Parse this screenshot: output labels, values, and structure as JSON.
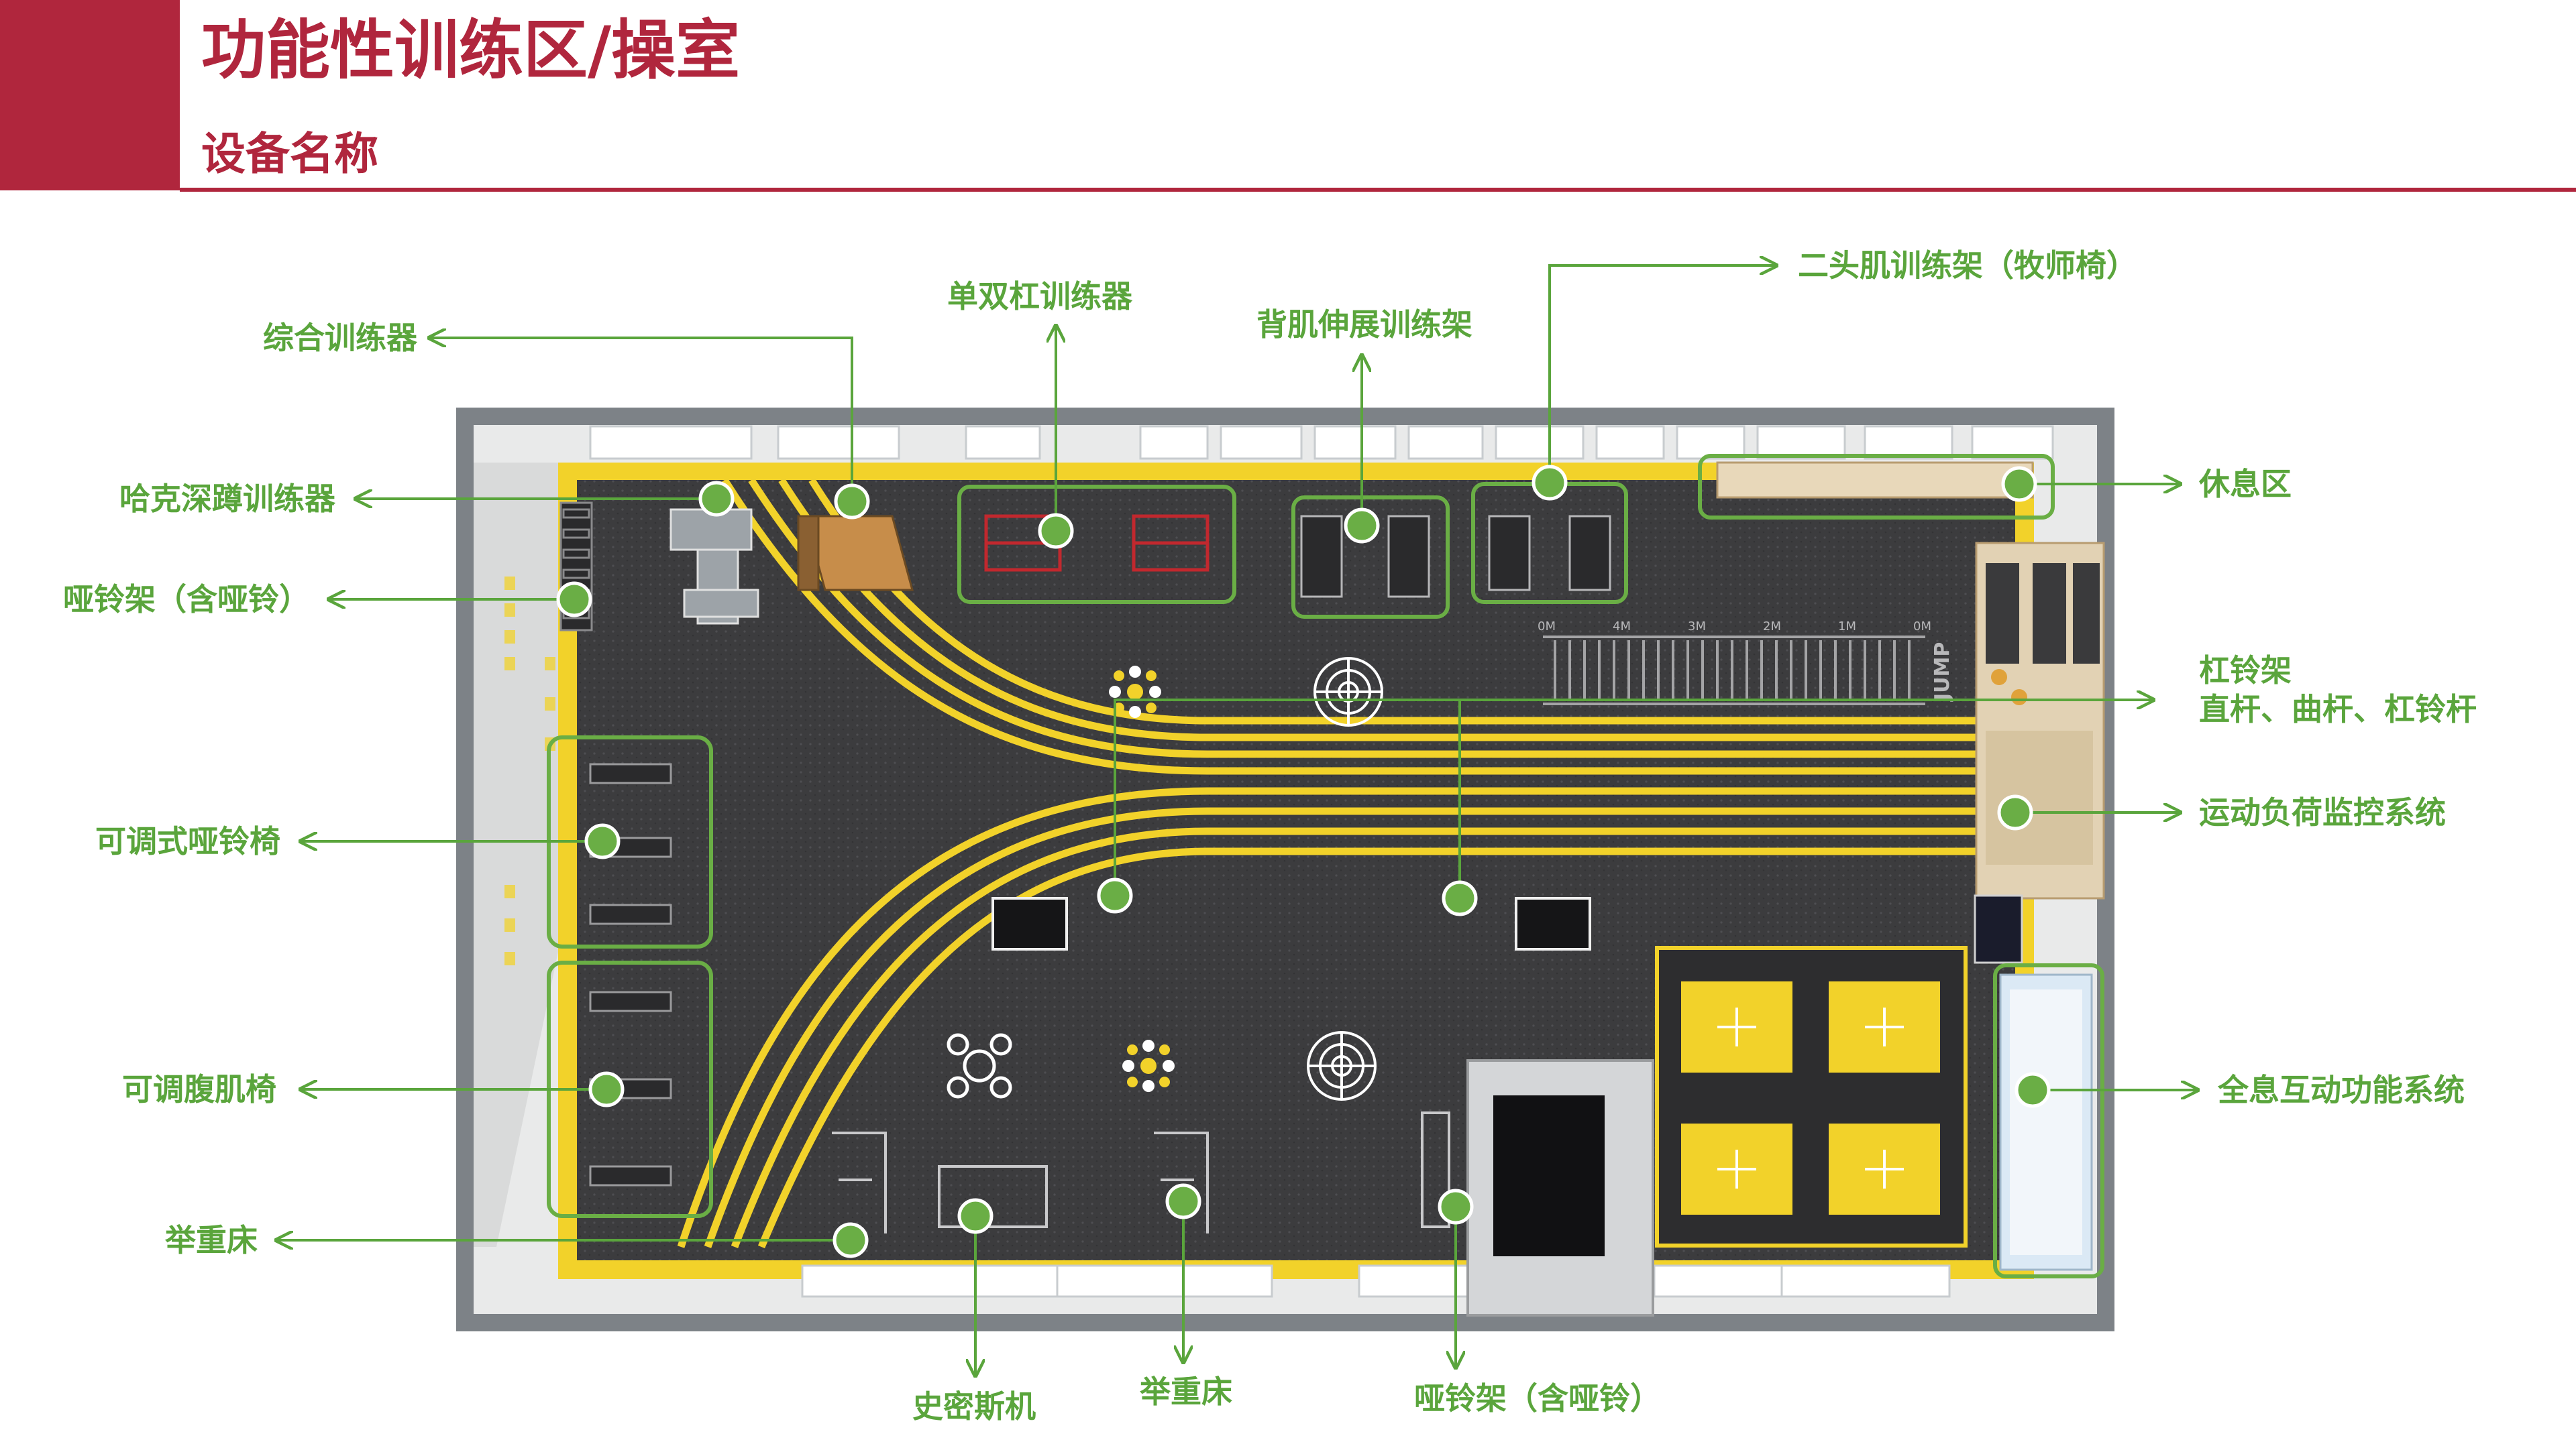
{
  "header": {
    "title": "功能性训练区/操室",
    "subtitle": "设备名称"
  },
  "floor": {
    "jump_text": "JUMP",
    "ruler_marks": [
      "0M",
      "4M",
      "3M",
      "2M",
      "1M",
      "0M"
    ]
  },
  "labels": {
    "comprehensive_trainer": "综合训练器",
    "hack_squat": "哈克深蹲训练器",
    "dumbbell_rack_left": "哑铃架（含哑铃）",
    "adjustable_bench": "可调式哑铃椅",
    "ab_bench": "可调腹肌椅",
    "weight_bench_left": "举重床",
    "pullup_dip": "单双杠训练器",
    "back_extension": "背肌伸展训练架",
    "preacher_bench": "二头肌训练架（牧师椅）",
    "rest_area": "休息区",
    "barbell_rack": "杠铃架",
    "barbell_types": "直杆、曲杆、杠铃杆",
    "load_monitor": "运动负荷监控系统",
    "holographic": "全息互动功能系统",
    "smith_machine": "史密斯机",
    "weight_bench_bottom": "举重床",
    "dumbbell_rack_bottom": "哑铃架（含哑铃）"
  },
  "colors": {
    "accent": "#b0263d",
    "label_green": "#5aa53c",
    "lane_yellow": "#f2d22a",
    "floor_dark": "#3c3c3e"
  }
}
